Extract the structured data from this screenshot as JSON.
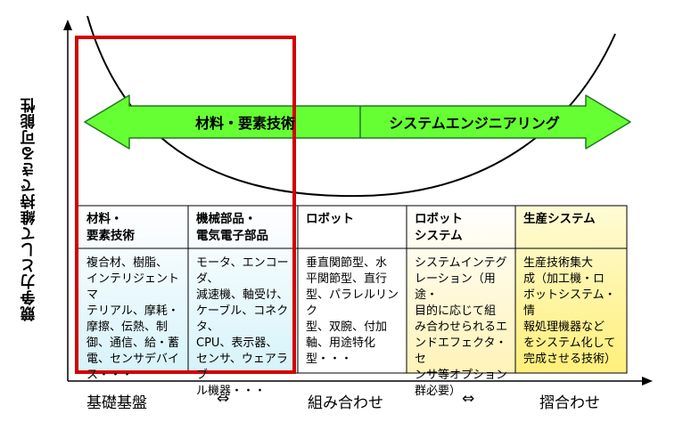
{
  "yaxis_label": "競争力として維持できる可能性",
  "arrow": {
    "left_label": "材料・要素技術",
    "right_label": "システムエンジニアリング"
  },
  "columns": [
    {
      "header": [
        "材料・",
        "要素技術"
      ],
      "body": [
        "複合材、樹脂、",
        "インテリジェントマ",
        "テリアル、摩耗・",
        "摩擦、伝熱、制",
        "御、通信、給・蓄",
        "電、センサデバイ",
        "ス・・・"
      ],
      "bg": "#e8f8fc"
    },
    {
      "header": [
        "機械部品・",
        "電気電子部品"
      ],
      "body": [
        "モータ、エンコーダ、",
        "減速機、軸受け、",
        "ケーブル、コネクタ、",
        "CPU、表示器、",
        "センサ、ウェアラブ",
        "ル機器・・・"
      ],
      "bg": "#e8f8fc"
    },
    {
      "header": [
        "ロボット"
      ],
      "body": [
        "垂直関節型、水",
        "平関節型、直行",
        "型、パラレルリンク",
        "型、双腕、付加",
        "軸、用途特化",
        "型・・・"
      ],
      "bg": "#ffffff"
    },
    {
      "header": [
        "ロボット",
        "システム"
      ],
      "body": [
        "システムインテグ",
        "レーション（用途・",
        "目的に応じて組",
        "み合わせられるエ",
        "ンドエフェクタ・セ",
        "ンサ等オプション",
        "群必要）"
      ],
      "bg": "#fffbe0"
    },
    {
      "header": [
        "生産システム"
      ],
      "body": [
        "生産技術集大",
        "成（加工機・ロ",
        "ボットシステム・情",
        "報処理機器など",
        "をシステム化して",
        "完成させる技術）"
      ],
      "bg": "#fff6a0"
    }
  ],
  "bottom_labels": [
    "基礎基盤",
    "⇔",
    "組み合わせ",
    "⇔",
    "摺合わせ"
  ],
  "colors": {
    "highlight_border": "#d20000",
    "arrow_fill": "#66ff33",
    "arrow_stroke": "#1e7a1e",
    "curve": "#000000"
  }
}
